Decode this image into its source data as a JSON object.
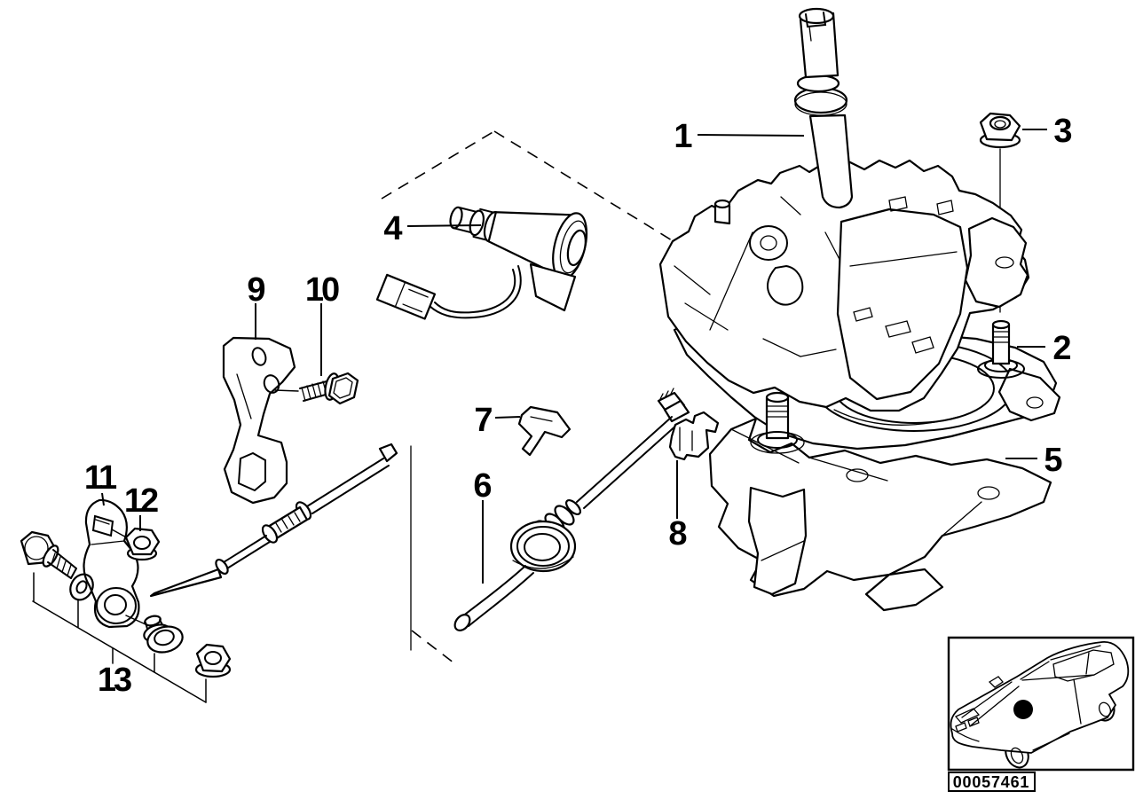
{
  "diagram": {
    "background": "#ffffff",
    "line_color": "#000000",
    "callouts": [
      {
        "label": "1"
      },
      {
        "label": "2"
      },
      {
        "label": "3"
      },
      {
        "label": "4"
      },
      {
        "label": "5"
      },
      {
        "label": "6"
      },
      {
        "label": "7"
      },
      {
        "label": "8"
      },
      {
        "label": "9"
      },
      {
        "label": "10"
      },
      {
        "label": "11"
      },
      {
        "label": "12"
      },
      {
        "label": "13"
      }
    ],
    "inset": {
      "code": "00057461",
      "car_icon": "sedan-three-quarter-outline-icon",
      "location_dot": "black-dot-marker"
    }
  }
}
